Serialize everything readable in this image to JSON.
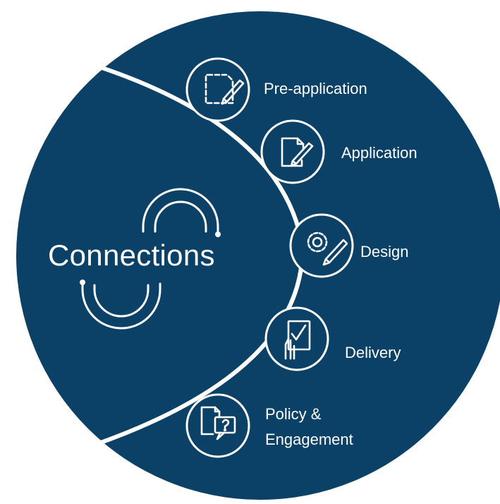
{
  "title": "Connections",
  "colors": {
    "background": "#0b4166",
    "foreground": "#ffffff"
  },
  "stages": [
    {
      "label": "Pre-application",
      "icon": "dashed-document-pen-icon"
    },
    {
      "label": "Application",
      "icon": "document-pen-icon"
    },
    {
      "label": "Design",
      "icon": "gear-pen-icon"
    },
    {
      "label": "Delivery",
      "icon": "hand-checklist-icon"
    },
    {
      "label_lines": [
        "Policy &",
        "Engagement"
      ],
      "icon": "documents-question-icon"
    }
  ]
}
